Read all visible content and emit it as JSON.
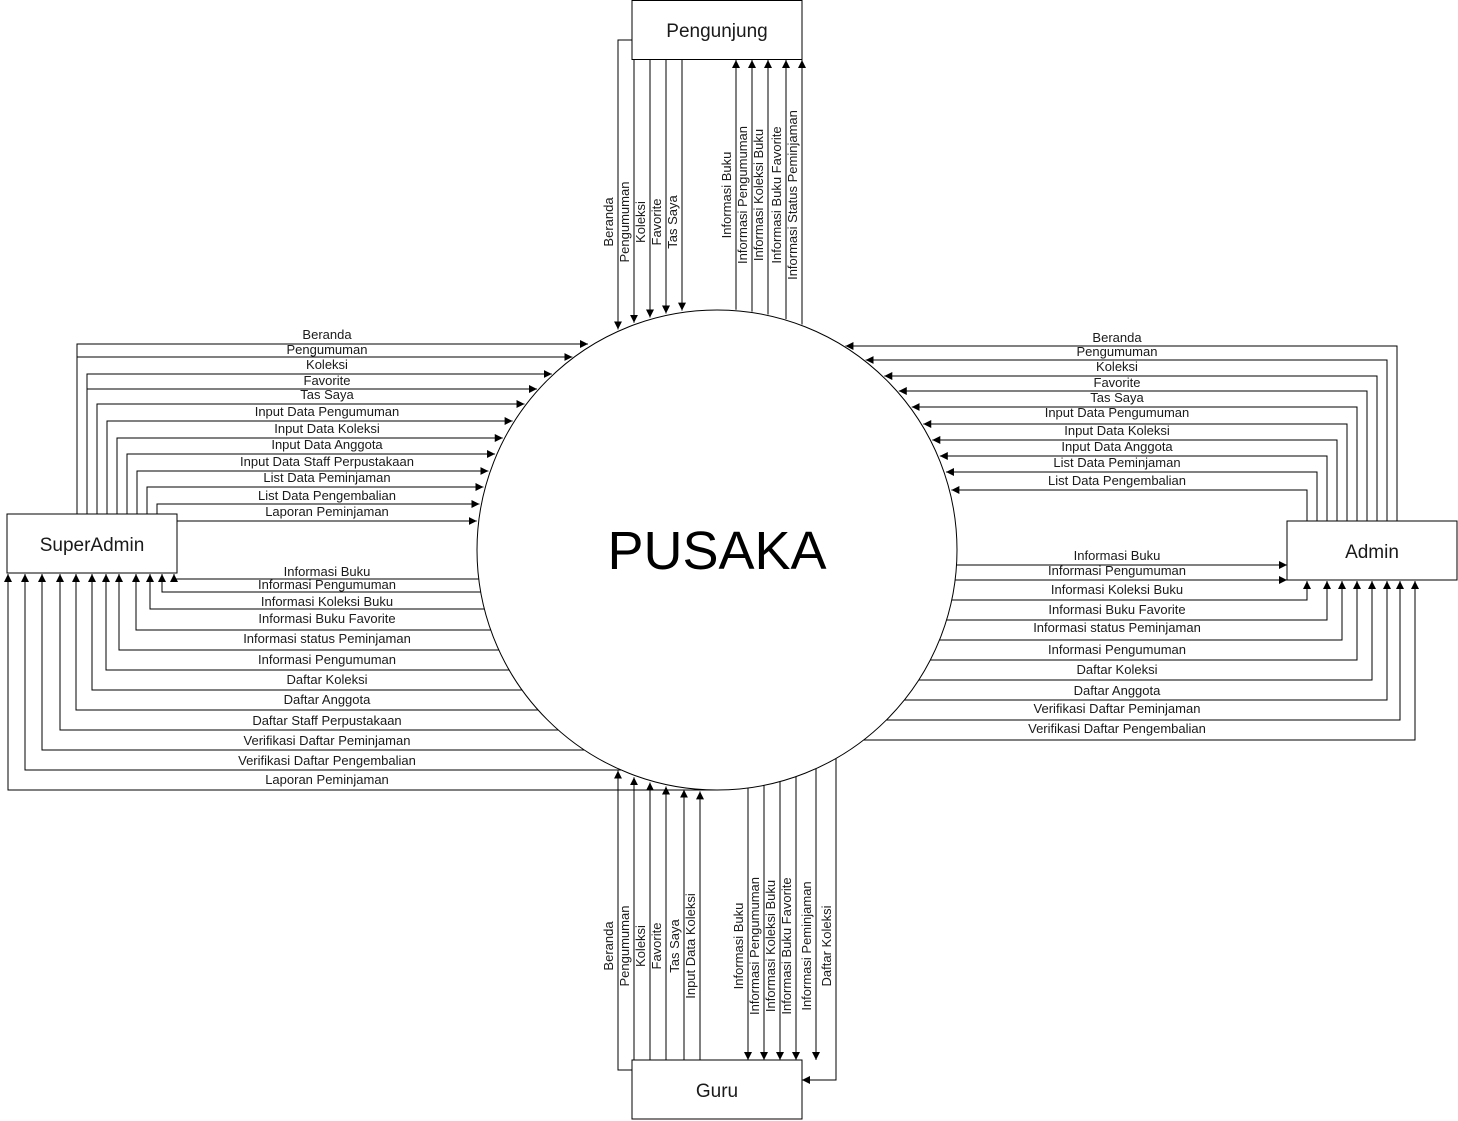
{
  "process": {
    "label": "PUSAKA"
  },
  "entities": {
    "pengunjung": "Pengunjung",
    "superadmin": "SuperAdmin",
    "admin": "Admin",
    "guru": "Guru"
  },
  "flows": {
    "pengunjung_in": [
      "Beranda",
      "Pengumuman",
      "Koleksi",
      "Favorite",
      "Tas Saya"
    ],
    "pengunjung_out": [
      "Informasi Buku",
      "Informasi Pengumuman",
      "Informasi Koleksi Buku",
      "Informasi Buku Favorite",
      "Informasi Status Peminjaman"
    ],
    "superadmin_in": [
      "Beranda",
      "Pengumuman",
      "Koleksi",
      "Favorite",
      "Tas Saya",
      "Input Data Pengumuman",
      "Input Data Koleksi",
      "Input Data Anggota",
      "Input Data Staff Perpustakaan",
      "List Data Peminjaman",
      "List Data Pengembalian",
      "Laporan Peminjaman"
    ],
    "superadmin_out": [
      "Informasi Buku",
      "Informasi Pengumuman",
      "Informasi Koleksi Buku",
      "Informasi Buku Favorite",
      "Informasi status Peminjaman",
      "Informasi Pengumuman",
      "Daftar Koleksi",
      "Daftar Anggota",
      "Daftar Staff Perpustakaan",
      "Verifikasi Daftar Peminjaman",
      "Verifikasi Daftar Pengembalian",
      "Laporan Peminjaman"
    ],
    "admin_in": [
      "Beranda",
      "Pengumuman",
      "Koleksi",
      "Favorite",
      "Tas Saya",
      "Input Data Pengumuman",
      "Input Data Koleksi",
      "Input Data Anggota",
      "List Data Peminjaman",
      "List Data Pengembalian"
    ],
    "admin_out": [
      "Informasi Buku",
      "Informasi Pengumuman",
      "Informasi Koleksi Buku",
      "Informasi Buku Favorite",
      "Informasi status Peminjaman",
      "Informasi Pengumuman",
      "Daftar Koleksi",
      "Daftar Anggota",
      "Verifikasi Daftar Peminjaman",
      "Verifikasi Daftar Pengembalian"
    ],
    "guru_in": [
      "Beranda",
      "Pengumuman",
      "Koleksi",
      "Favorite",
      "Tas Saya",
      "Input Data Koleksi"
    ],
    "guru_out": [
      "Informasi Buku",
      "Informasi Pengumuman",
      "Informasi Koleksi Buku",
      "Informasi Buku Favorite",
      "Informasi Peminjaman",
      "Daftar Koleksi"
    ]
  }
}
